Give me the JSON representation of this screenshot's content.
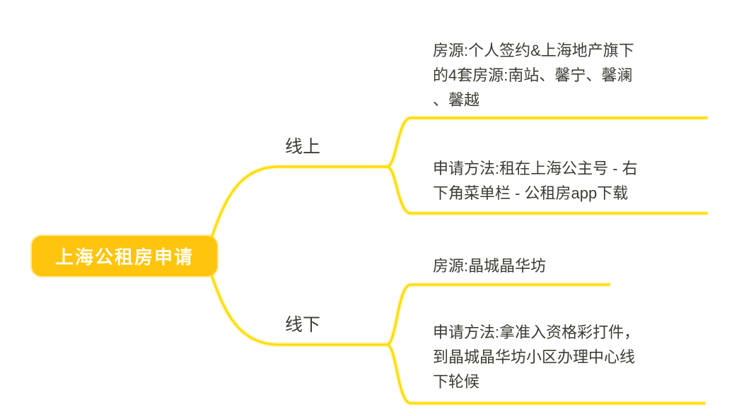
{
  "root": {
    "label": "上海公租房申请"
  },
  "branches": [
    {
      "label": "线上",
      "children": [
        {
          "lines": [
            "房源:个人签约&上海地产旗下",
            "的4套房源:南站、馨宁、馨澜",
            "、馨越"
          ]
        },
        {
          "lines": [
            "申请方法:租在上海公主号 - 右",
            "下角菜单栏 - 公租房app下载"
          ]
        }
      ]
    },
    {
      "label": "线下",
      "children": [
        {
          "lines": [
            "房源:晶城晶华坊"
          ]
        },
        {
          "lines": [
            "申请方法:拿准入资格彩打件，",
            "到晶城晶华坊小区办理中心线",
            "下轮候"
          ]
        }
      ]
    }
  ],
  "colors": {
    "root_fill": "#FFC40D",
    "root_text": "#FFFDF0",
    "connector": "#FFDC00",
    "connector_halo": "#FFF2A0",
    "topic_text": "#3D3C33",
    "background": "#FFFFFF"
  }
}
